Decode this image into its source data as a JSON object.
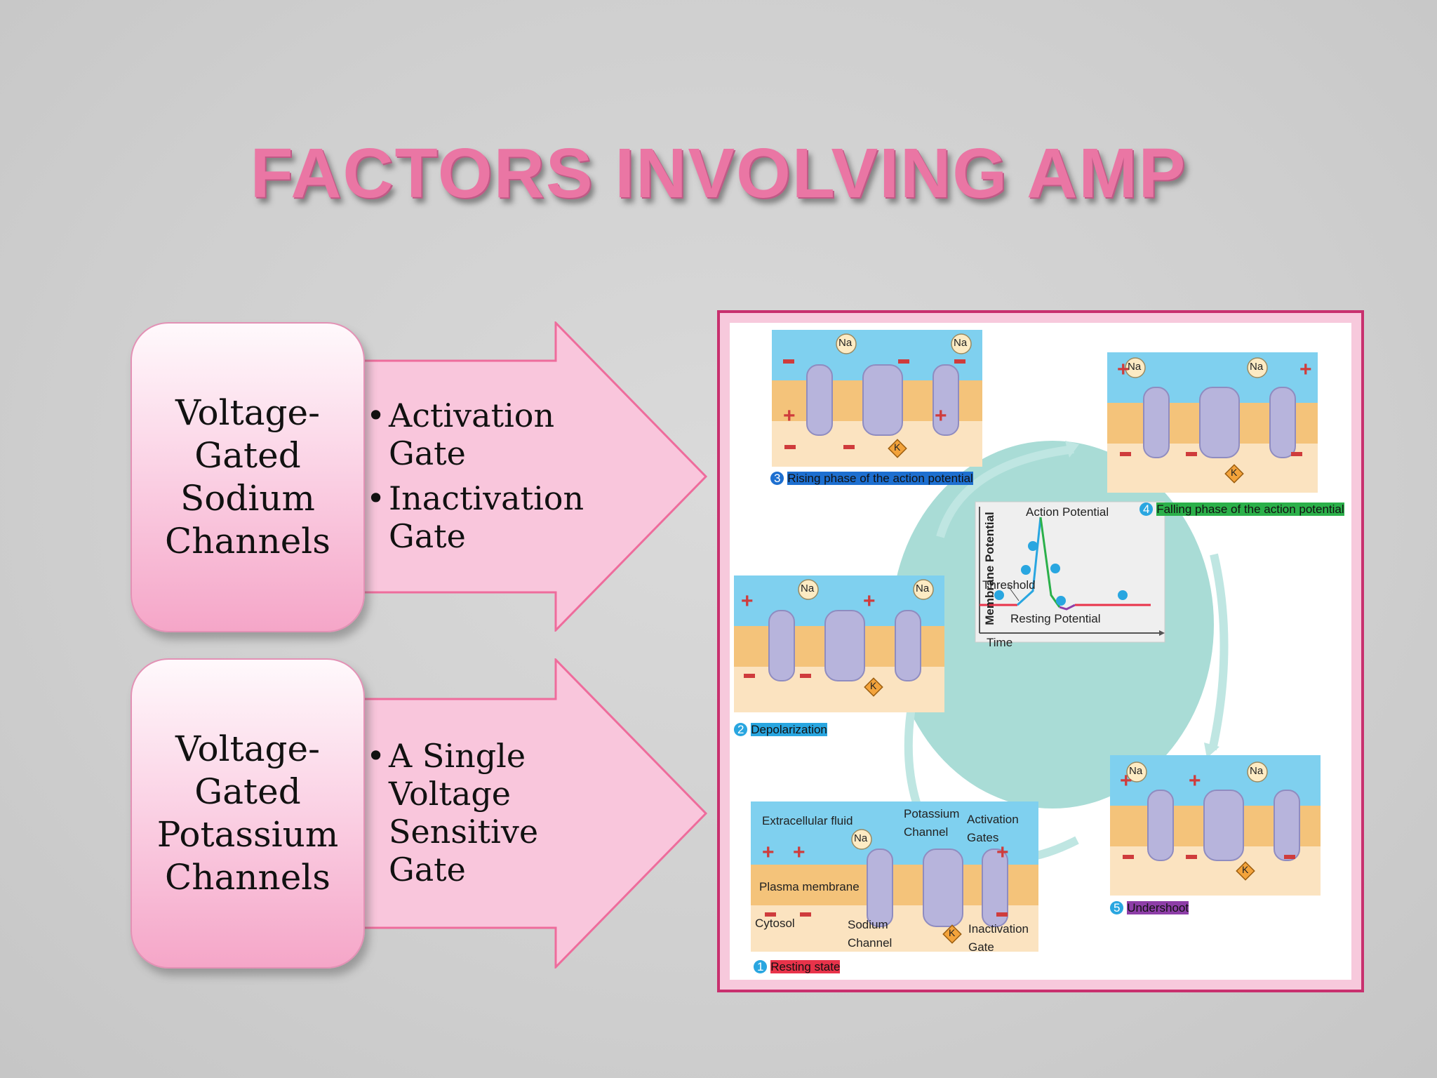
{
  "title": "FACTORS INVOLVING AMP",
  "rows": [
    {
      "box": "Voltage-Gated Sodium Channels",
      "box_lines": [
        "Voltage-",
        "Gated",
        "Sodium",
        "Channels"
      ],
      "bullets": [
        [
          "Activation",
          "Gate"
        ],
        [
          "Inactivation",
          "Gate"
        ]
      ]
    },
    {
      "box": "Voltage-Gated Potassium Channels",
      "box_lines": [
        "Voltage-",
        "Gated",
        "Potassium",
        "Channels"
      ],
      "bullets": [
        [
          "A Single",
          "Voltage",
          "Sensitive",
          "Gate"
        ]
      ]
    }
  ],
  "figure": {
    "phases": {
      "p1": {
        "num": "1",
        "label": "Resting state",
        "color": "#e8334a"
      },
      "p2": {
        "num": "2",
        "label": "Depolarization",
        "color": "#29a6e0"
      },
      "p3": {
        "num": "3",
        "label": "Rising phase of the action potential",
        "color": "#1d6fd0"
      },
      "p4": {
        "num": "4",
        "label": "Falling phase of the action potential",
        "color": "#2bb04a"
      },
      "p5": {
        "num": "5",
        "label": "Undershoot",
        "color": "#8e3ea8"
      }
    },
    "graph": {
      "title": "Action Potential",
      "ylabel": "Membrane Potential",
      "xlabel": "Time",
      "threshold": "Threshold",
      "resting": "Resting Potential"
    },
    "ions": {
      "na": "Na",
      "k": "K",
      "plus": "+"
    },
    "resting_labels": {
      "extracellular": "Extracellular fluid",
      "plasma": "Plasma membrane",
      "cytosol": "Cytosol",
      "sodium1": "Sodium",
      "sodium2": "Channel",
      "potassium1": "Potassium",
      "potassium2": "Channel",
      "activation1": "Activation",
      "activation2": "Gates",
      "inactivation1": "Inactivation",
      "inactivation2": "Gate"
    },
    "colors": {
      "extracellular": "#7fd0ef",
      "membrane": "#f4c37a",
      "cytosol": "#fbe3c0",
      "channel": "#b7b4dc",
      "circle": "#a9dcd6",
      "border": "#c8306e"
    }
  }
}
